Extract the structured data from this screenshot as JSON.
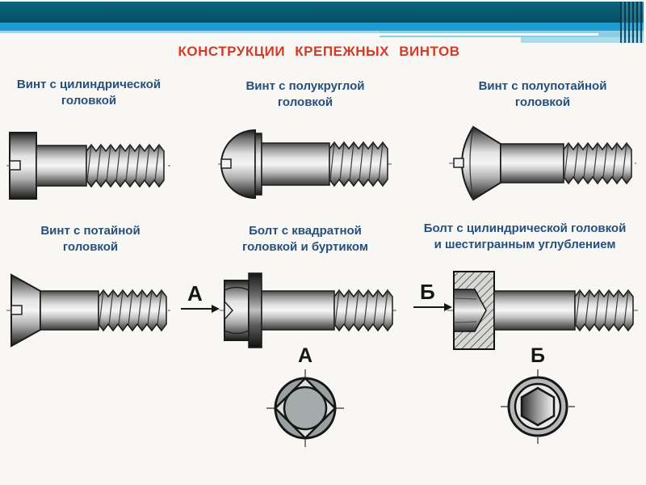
{
  "slide_title": {
    "text": "КОНСТРУКЦИИ КРЕПЕЖНЫХ ВИНТОВ",
    "color": "#d23b2a"
  },
  "theme": {
    "header_dark_band": "#085e76",
    "header_blue_band": "#1e9cd1",
    "header_light_band": "#8ecde6",
    "background": "#f8f7f3",
    "caption_color": "#25507e"
  },
  "items": [
    {
      "id": "cheese-head-screw",
      "lines": [
        "Винт с цилиндрической",
        "головкой"
      ]
    },
    {
      "id": "round-head-screw",
      "lines": [
        "Винт с полукруглой",
        "головкой"
      ]
    },
    {
      "id": "oval-head-screw",
      "lines": [
        "Винт с полупотайной",
        "головкой"
      ]
    },
    {
      "id": "countersunk-screw",
      "lines": [
        "Винт с потайной",
        "головкой"
      ]
    },
    {
      "id": "square-head-bolt",
      "lines": [
        "Болт с квадратной",
        "головкой и буртиком"
      ]
    },
    {
      "id": "socket-head-bolt",
      "lines": [
        "Болт с цилиндрической головкой",
        "и шестигранным углублением"
      ]
    }
  ],
  "view_markers": {
    "a": "А",
    "b": "Б"
  },
  "end_views": {
    "a_label": "А",
    "b_label": "Б"
  }
}
